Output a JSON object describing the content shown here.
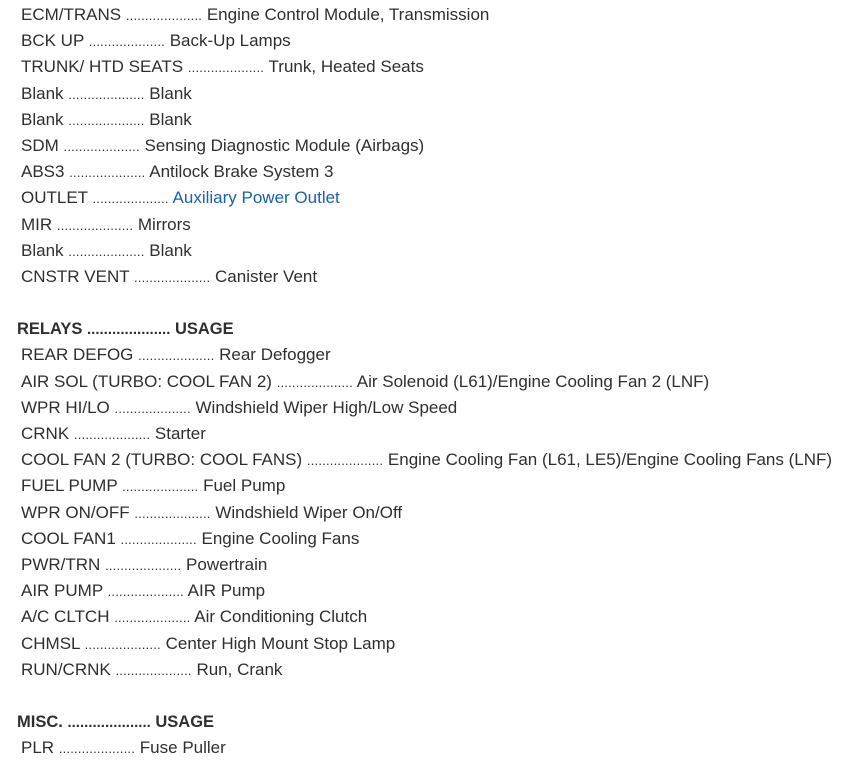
{
  "fuses": [
    {
      "code": "ECM/TRANS",
      "desc": "Engine Control Module, Transmission"
    },
    {
      "code": "BCK UP",
      "desc": "Back-Up Lamps"
    },
    {
      "code": "TRUNK/ HTD SEATS",
      "desc": "Trunk, Heated Seats"
    },
    {
      "code": "Blank",
      "desc": "Blank"
    },
    {
      "code": "Blank",
      "desc": "Blank"
    },
    {
      "code": "SDM",
      "desc": "Sensing Diagnostic Module (Airbags)"
    },
    {
      "code": "ABS3",
      "desc": "Antilock Brake System 3"
    },
    {
      "code": "OUTLET",
      "desc": "Auxiliary Power Outlet"
    },
    {
      "code": "MIR",
      "desc": "Mirrors"
    },
    {
      "code": "Blank",
      "desc": "Blank"
    },
    {
      "code": "CNSTR VENT",
      "desc": "Canister Vent"
    }
  ],
  "relays_header": {
    "left": "RELAYS",
    "right": "USAGE"
  },
  "relays": [
    {
      "code": "REAR DEFOG",
      "desc": "Rear Defogger"
    },
    {
      "code": "AIR SOL (TURBO: COOL FAN 2)",
      "desc": "Air Solenoid (L61)/Engine Cooling Fan 2 (LNF)"
    },
    {
      "code": "WPR HI/LO",
      "desc": "Windshield Wiper High/Low Speed"
    },
    {
      "code": "CRNK",
      "desc": "Starter"
    },
    {
      "code": "COOL FAN 2 (TURBO: COOL FANS)",
      "desc": "Engine Cooling Fan (L61, LE5)/Engine Cooling Fans (LNF)"
    },
    {
      "code": "FUEL PUMP",
      "desc": "Fuel Pump"
    },
    {
      "code": "WPR ON/OFF",
      "desc": "Windshield Wiper On/Off"
    },
    {
      "code": "COOL FAN1",
      "desc": "Engine Cooling Fans"
    },
    {
      "code": "PWR/TRN",
      "desc": "Powertrain"
    },
    {
      "code": "AIR PUMP",
      "desc": "AIR Pump"
    },
    {
      "code": "A/C CLTCH",
      "desc": "Air Conditioning Clutch"
    },
    {
      "code": "CHMSL",
      "desc": "Center High Mount Stop Lamp"
    },
    {
      "code": "RUN/CRNK",
      "desc": "Run, Crank"
    }
  ],
  "misc_header": {
    "left": "MISC.",
    "right": "USAGE"
  },
  "misc": [
    {
      "code": "PLR",
      "desc": "Fuse Puller"
    }
  ],
  "separator": "....................",
  "link_color": "#1a5fb4"
}
